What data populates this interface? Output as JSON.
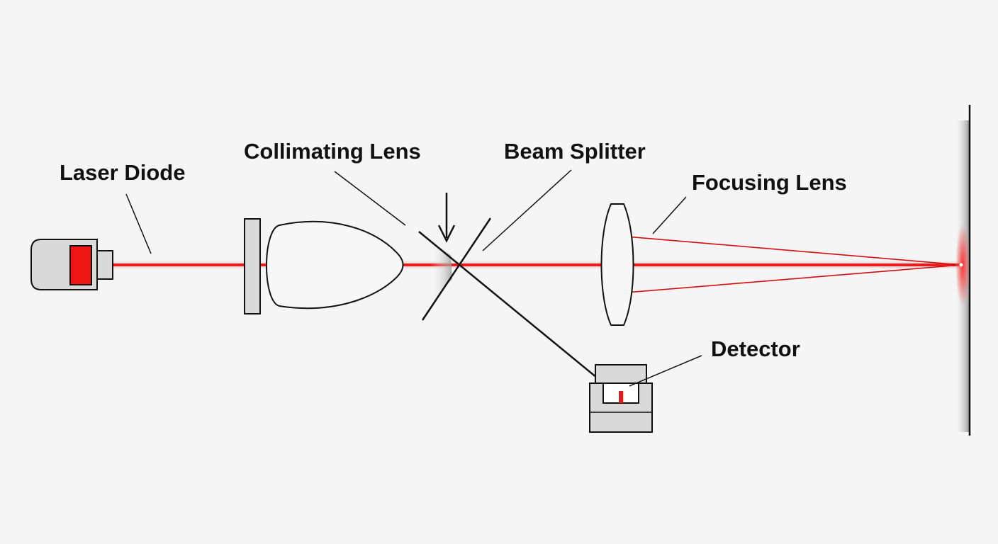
{
  "labels": {
    "laser_diode": "Laser Diode",
    "collimating_lens": "Collimating Lens",
    "beam_splitter": "Beam Splitter",
    "focusing_lens": "Focusing Lens",
    "detector": "Detector"
  },
  "colors": {
    "beam": "#e01010",
    "component_fill": "#d9d9d9",
    "outline": "#111111",
    "background": "#f5f5f5"
  }
}
